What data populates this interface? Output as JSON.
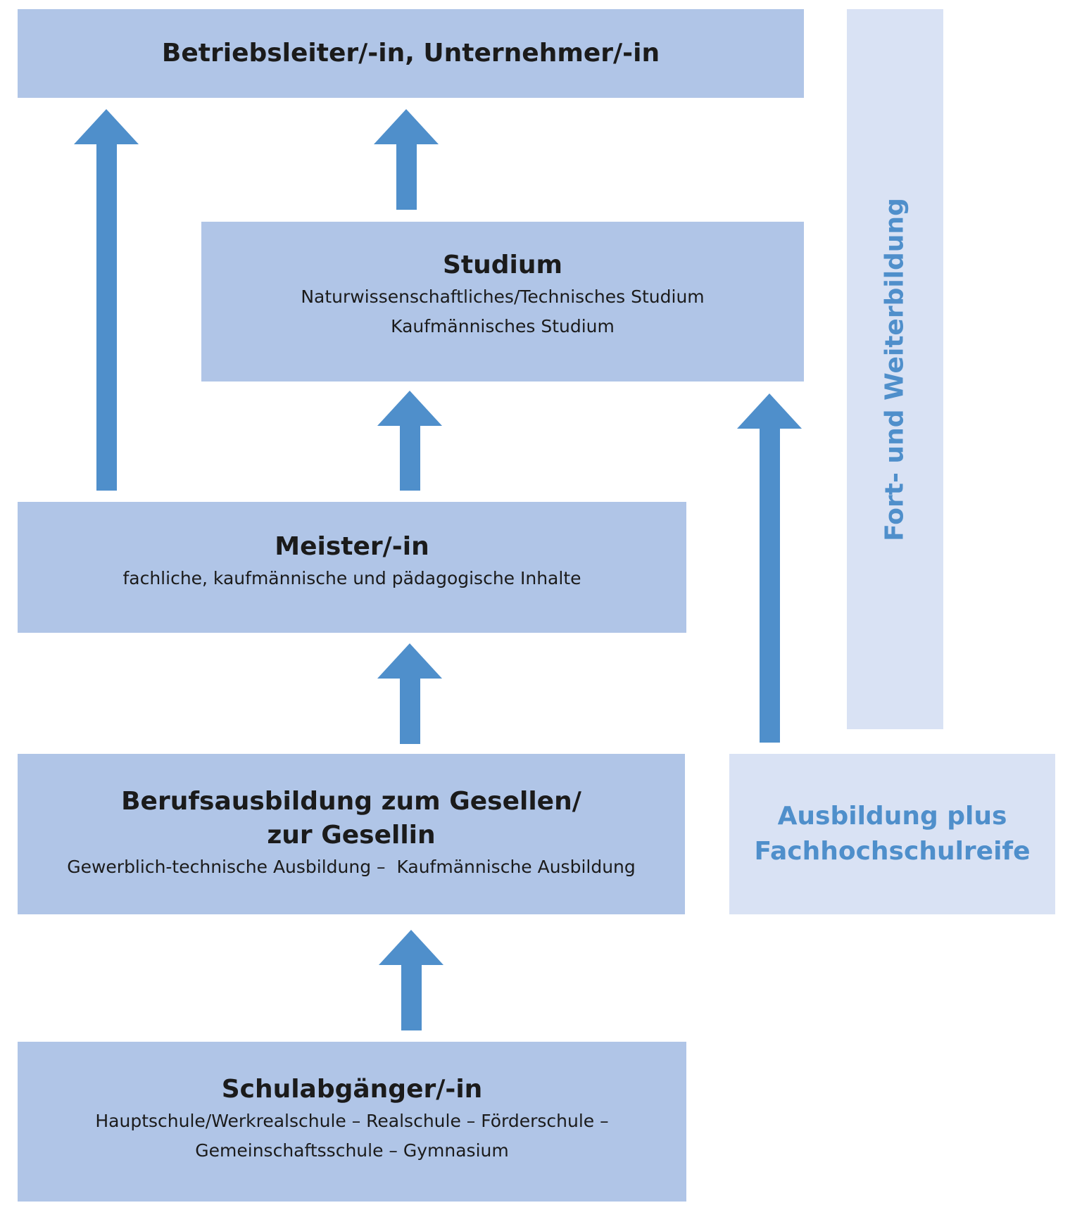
{
  "boxes": {
    "top": {
      "title": "Betriebsleiter/-in, Unternehmer/-in"
    },
    "studium": {
      "title": "Studium",
      "lines": [
        "Naturwissenschaftliches/Technisches Studium",
        "Kaufmännisches Studium"
      ]
    },
    "meister": {
      "title": "Meister/-in",
      "lines": [
        "fachliche, kaufmännische und pädagogische Inhalte"
      ]
    },
    "berufsausbildung": {
      "title_lines": [
        "Berufsausbildung zum Gesellen/",
        "zur Gesellin"
      ],
      "lines": [
        "Gewerblich-technische Ausbildung –  Kaufmännische Ausbildung"
      ]
    },
    "schulabgaenger": {
      "title": "Schulabgänger/-in",
      "lines": [
        "Hauptschule/Werkrealschule – Realschule – Förderschule –",
        "Gemeinschaftsschule – Gymnasium"
      ]
    },
    "ausbildung_plus": {
      "lines": [
        "Ausbildung plus",
        "Fachhochschulreife"
      ]
    }
  },
  "side_bar": {
    "label": "Fort- und Weiterbildung"
  },
  "colors": {
    "box": "#b0c5e7",
    "box_light": "#d9e2f4",
    "arrow": "#4f8fcb",
    "accent_text": "#4f8fcb"
  }
}
